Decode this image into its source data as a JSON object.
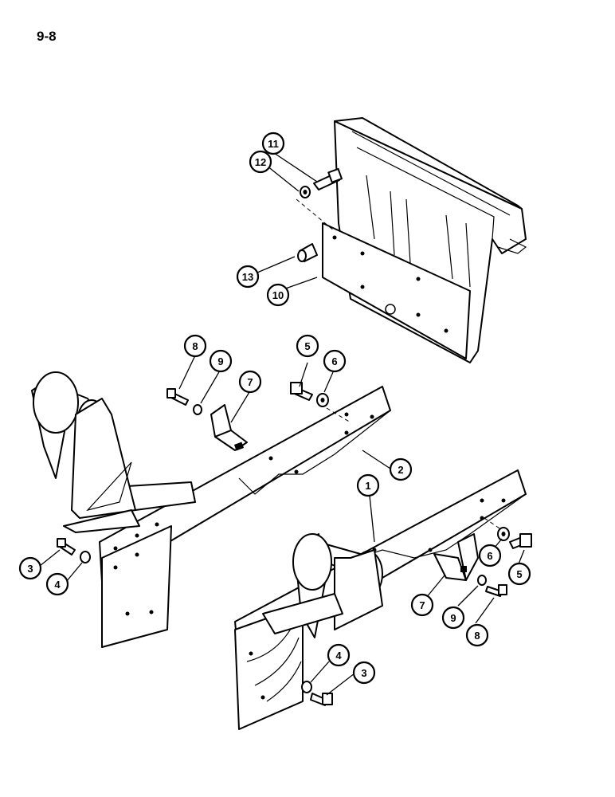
{
  "page": {
    "number": "9-8"
  },
  "callouts": [
    {
      "id": "c1",
      "label": "1"
    },
    {
      "id": "c2",
      "label": "2"
    },
    {
      "id": "c3a",
      "label": "3"
    },
    {
      "id": "c3b",
      "label": "3"
    },
    {
      "id": "c4a",
      "label": "4"
    },
    {
      "id": "c4b",
      "label": "4"
    },
    {
      "id": "c5a",
      "label": "5"
    },
    {
      "id": "c5b",
      "label": "5"
    },
    {
      "id": "c6a",
      "label": "6"
    },
    {
      "id": "c6b",
      "label": "6"
    },
    {
      "id": "c7a",
      "label": "7"
    },
    {
      "id": "c7b",
      "label": "7"
    },
    {
      "id": "c8a",
      "label": "8"
    },
    {
      "id": "c8b",
      "label": "8"
    },
    {
      "id": "c9a",
      "label": "9"
    },
    {
      "id": "c9b",
      "label": "9"
    },
    {
      "id": "c10",
      "label": "10"
    },
    {
      "id": "c11",
      "label": "11"
    },
    {
      "id": "c12",
      "label": "12"
    },
    {
      "id": "c13",
      "label": "13"
    }
  ]
}
